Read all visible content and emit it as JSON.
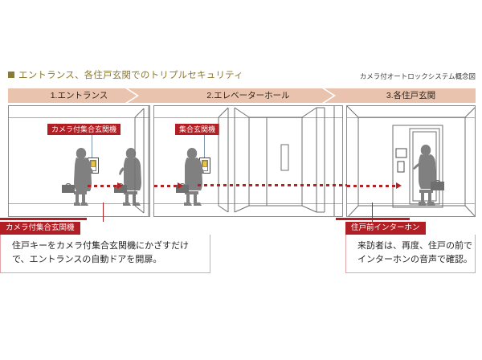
{
  "header": {
    "title": "エントランス、各住戸玄関でのトリプルセキュリティ",
    "subtitle_right": "カメラ付オートロックシステム概念図",
    "title_color": "#8a7b32"
  },
  "stages": [
    {
      "index": "1",
      "label": "1.エントランス"
    },
    {
      "index": "2",
      "label": "2.エレベーターホール"
    },
    {
      "index": "3",
      "label": "3.各住戸玄関"
    }
  ],
  "banner": {
    "background_color": "#e9c3ae",
    "chevron_color": "#ffffff"
  },
  "diagram": {
    "tags": [
      {
        "id": "tag-1",
        "label": "カメラ付集合玄関機"
      },
      {
        "id": "tag-2",
        "label": "集合玄関機"
      }
    ],
    "accent_red": "#b11f24",
    "silhouette_color": "#808080"
  },
  "callouts": [
    {
      "id": "callout-entrance",
      "heading": "カメラ付集合玄関機",
      "lines": [
        "住戸キーをカメラ付集合玄関機にかざすだけ",
        "で、エントランスの自動ドアを開扉。"
      ]
    },
    {
      "id": "callout-door",
      "heading": "住戸前インターホン",
      "lines": [
        "来訪者は、再度、住戸の前で",
        "インターホンの音声で確認。"
      ]
    }
  ]
}
